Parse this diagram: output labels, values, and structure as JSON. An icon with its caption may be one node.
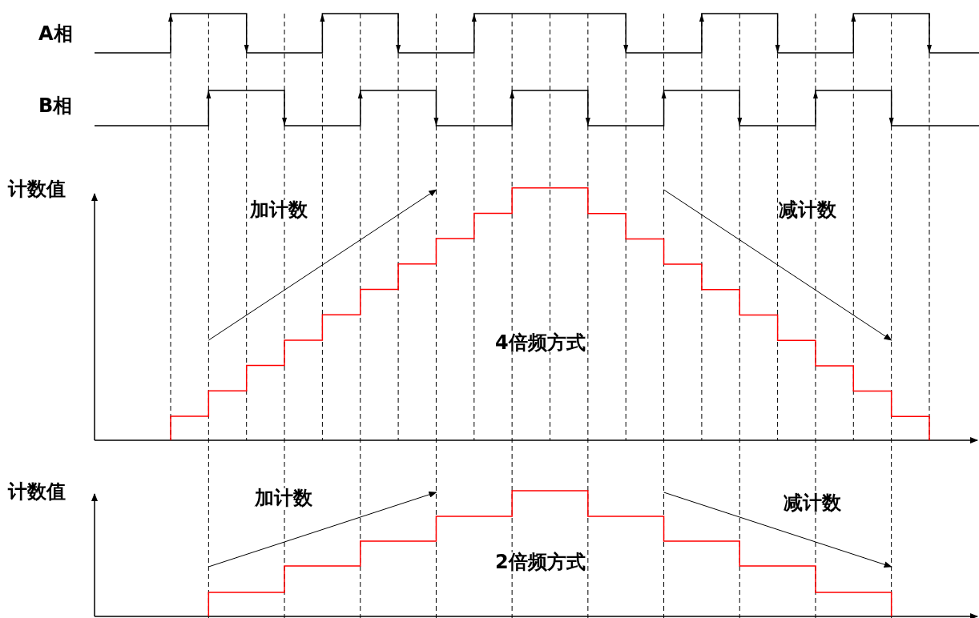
{
  "diagram": {
    "labels": [
      "A相",
      "B相",
      "计数值",
      "加计数",
      "减计数",
      "4倍频方式",
      "计数值",
      "加计数",
      "减计数",
      "2倍频方式"
    ]
  }
}
